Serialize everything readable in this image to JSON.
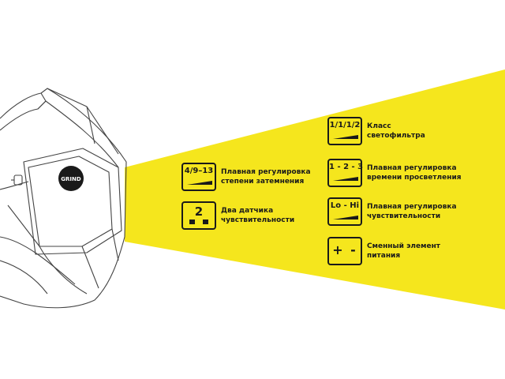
{
  "brand": {
    "logo_text": "GRIND"
  },
  "colors": {
    "beam": "#f5e61d",
    "ink": "#1a1a1a",
    "outline": "#444444"
  },
  "features": [
    {
      "icon_text": "1/1/1/2",
      "line1": "Класс",
      "line2": "светофильтра"
    },
    {
      "icon_text": "4/9–13",
      "line1": "Плавная регулировка",
      "line2": "степени затемнения"
    },
    {
      "icon_text": "1 - 2 - 3",
      "line1": "Плавная регулировка",
      "line2": "времени просветления"
    },
    {
      "icon_text": "2",
      "line1": "Два датчика",
      "line2": "чувствительности"
    },
    {
      "icon_text": "Lo - Hi",
      "line1": "Плавная регулировка",
      "line2": "чувствительности"
    },
    {
      "icon_text": "+ -",
      "line1": "Сменный элемент",
      "line2": "питания"
    }
  ]
}
